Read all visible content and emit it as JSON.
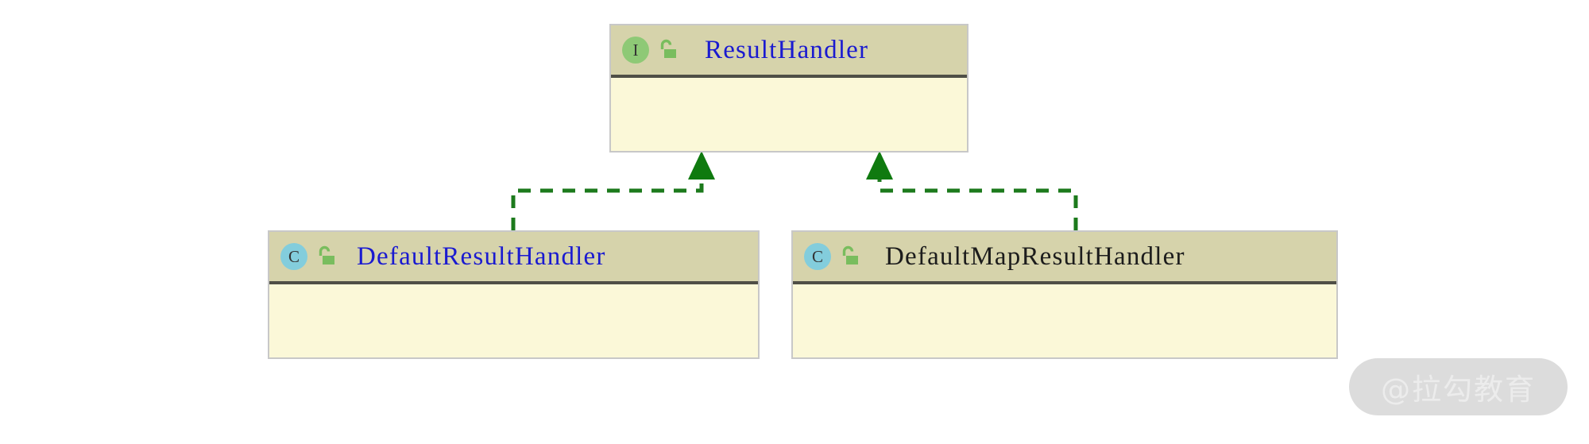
{
  "diagram": {
    "type": "uml-class-diagram",
    "relationship_label": "realization",
    "background_color": "#ffffff",
    "connector_color": "#1c7a1c",
    "header_fill": "#d6d3ab",
    "body_fill": "#fbf8d8",
    "border_color": "#c8c8c8",
    "separator_color": "#4f4f46"
  },
  "nodes": [
    {
      "id": "result-handler",
      "name": "ResultHandler",
      "stereotype": "interface",
      "badge_letter": "I",
      "badge_color": "#8ec976",
      "visibility_icon": "unlocked-padlock-icon",
      "visibility": "public",
      "title_color": "#1a1ad0",
      "members": []
    },
    {
      "id": "default-result-handler",
      "name": "DefaultResultHandler",
      "stereotype": "class",
      "badge_letter": "C",
      "badge_color": "#83cddc",
      "visibility_icon": "unlocked-padlock-icon",
      "visibility": "public",
      "title_color": "#1a1ad0",
      "members": []
    },
    {
      "id": "default-map-result-handler",
      "name": "DefaultMapResultHandler",
      "stereotype": "class",
      "badge_letter": "C",
      "badge_color": "#83cddc",
      "visibility_icon": "unlocked-padlock-icon",
      "visibility": "public",
      "title_color": "#1c1c1c",
      "members": []
    }
  ],
  "edges": [
    {
      "from": "default-result-handler",
      "to": "result-handler",
      "kind": "realization",
      "line_style": "dashed",
      "arrow": "closed-filled-triangle"
    },
    {
      "from": "default-map-result-handler",
      "to": "result-handler",
      "kind": "realization",
      "line_style": "dashed",
      "arrow": "closed-filled-triangle"
    }
  ],
  "watermark": {
    "text": "@拉勾教育"
  }
}
